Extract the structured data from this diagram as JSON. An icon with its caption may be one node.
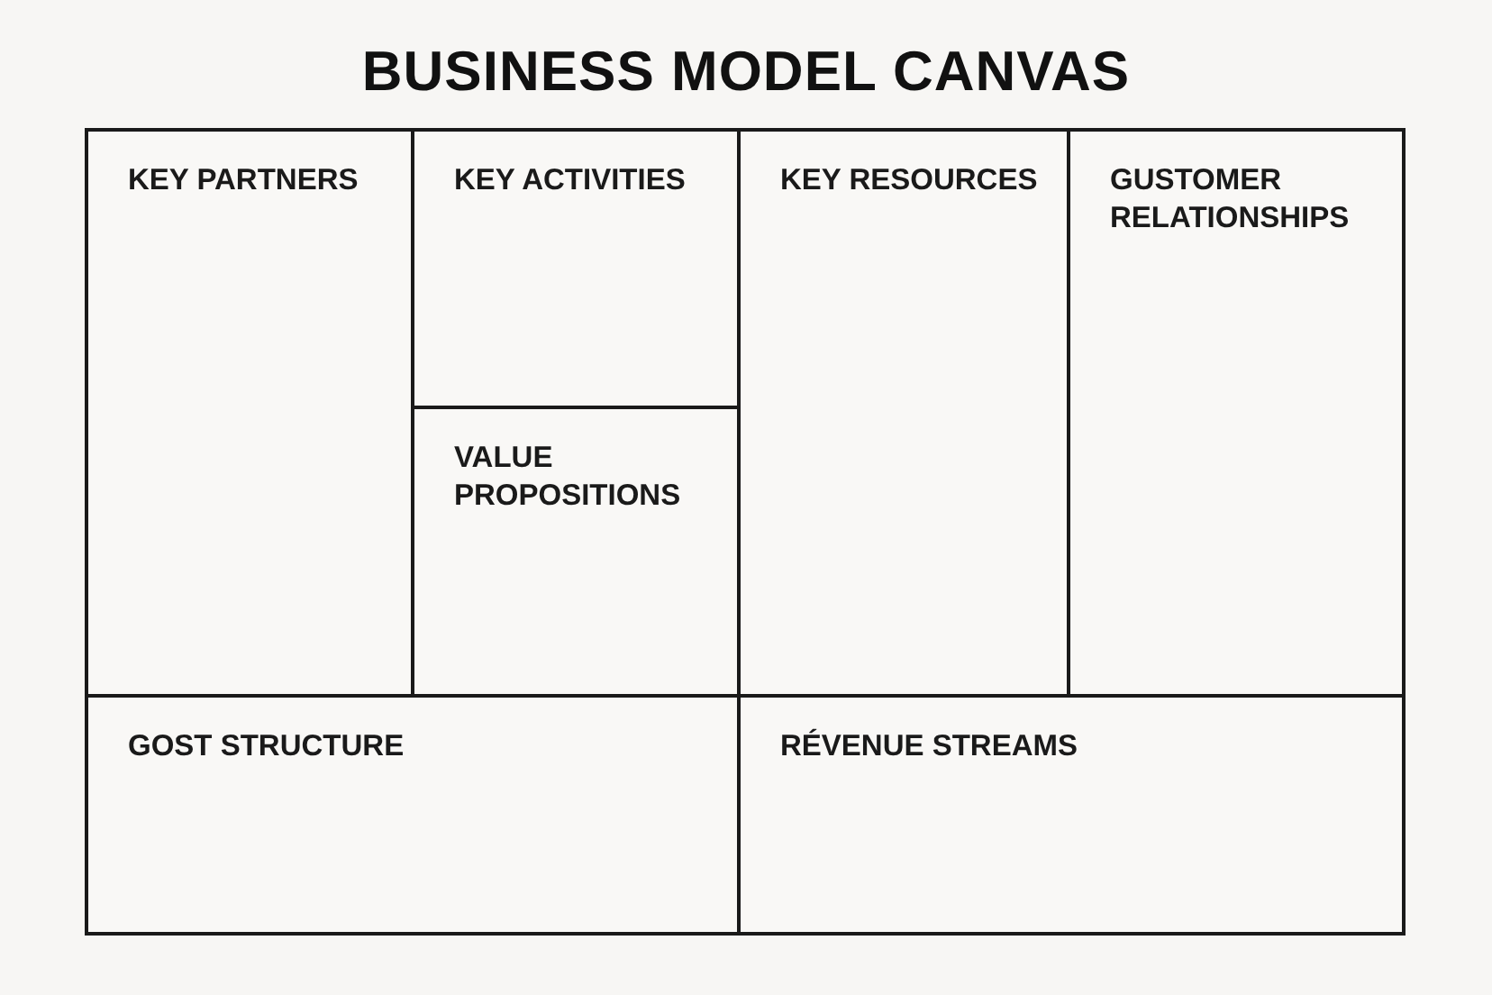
{
  "diagram": {
    "title": "BUSINESS MODEL CANVAS",
    "nodes": [
      {
        "text": [
          "KEY PARTNERS"
        ]
      },
      {
        "text": [
          "KEY ACTIVITIES"
        ]
      },
      {
        "text": [
          "KEY RESOURCES"
        ]
      },
      {
        "text": [
          "GUSTOMER RELATIONSHIPS"
        ]
      },
      {
        "text": [
          "VALUE PROPOSITIONS"
        ]
      },
      {
        "text": [
          "GOST STRUCTURE"
        ]
      },
      {
        "text": [
          "RÉVENUE STREAMS"
        ]
      }
    ]
  }
}
